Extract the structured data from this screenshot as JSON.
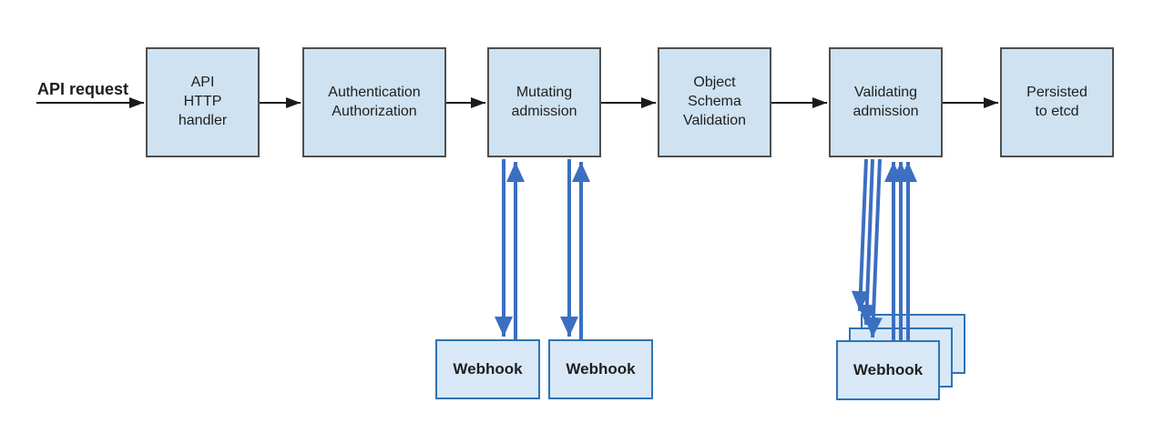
{
  "colors": {
    "background": "#ffffff",
    "text": "#1f1f1f",
    "flow_box_fill": "#cfe2f1",
    "flow_box_border": "#4f4f4f",
    "webhook_box_fill": "#d9e8f6",
    "webhook_box_border": "#2e74b5",
    "blue_arrow": "#3b6fc1",
    "black_arrow": "#1a1a1a"
  },
  "labels": {
    "api_request": "API request"
  },
  "flow_boxes": [
    {
      "id": "api-http-handler",
      "label": "API\nHTTP\nhandler"
    },
    {
      "id": "authentication-authorization",
      "label": "Authentication\nAuthorization"
    },
    {
      "id": "mutating-admission",
      "label": "Mutating\nadmission"
    },
    {
      "id": "object-schema-validation",
      "label": "Object\nSchema\nValidation"
    },
    {
      "id": "validating-admission",
      "label": "Validating\nadmission"
    },
    {
      "id": "persisted-to-etcd",
      "label": "Persisted\nto etcd"
    }
  ],
  "webhook_boxes": {
    "mutating_1": "Webhook",
    "mutating_2": "Webhook",
    "validating_back": "Webhook",
    "validating_middle": "Webhook",
    "validating_front": "Webhook"
  }
}
